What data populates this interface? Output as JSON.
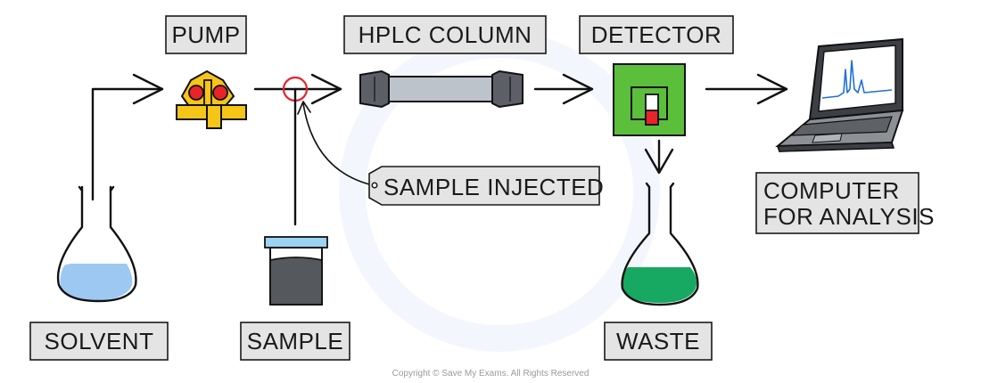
{
  "labels": {
    "pump": "PUMP",
    "hplc_column": "HPLC COLUMN",
    "detector": "DETECTOR",
    "sample_injected": "SAMPLE INJECTED",
    "computer_line1": "COMPUTER",
    "computer_line2": "FOR ANALYSIS",
    "solvent": "SOLVENT",
    "sample": "SAMPLE",
    "waste": "WASTE"
  },
  "footer": {
    "copyright": "Copyright © Save My Exams. All Rights Reserved"
  },
  "colors": {
    "solvent_liquid": "#9cc8f2",
    "pump_body": "#f5c518",
    "pump_dots": "#e8232a",
    "column_body": "#bcc3cb",
    "column_caps": "#5c6066",
    "detector_outer": "#5bbf3c",
    "detector_window": "#e8232a",
    "waste_liquid": "#17a862",
    "sample_lid": "#9cd2f2",
    "sample_jar": "#55585c",
    "injection_marker": "#e8232a",
    "screen_plot": "#1e6fd9"
  },
  "icons": {
    "solvent_flask": "conical-flask-icon",
    "waste_flask": "conical-flask-icon",
    "sample_jar": "sample-vial-icon",
    "pump": "pump-icon",
    "column": "hplc-column-icon",
    "detector": "detector-icon",
    "computer": "laptop-icon"
  }
}
